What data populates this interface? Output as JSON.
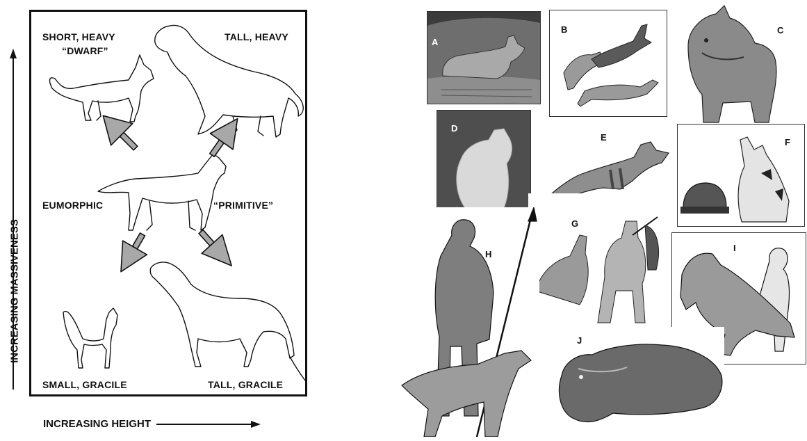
{
  "left_figure": {
    "y_axis_label": "INCREASING MASSIVENESS",
    "x_axis_label": "INCREASING HEIGHT",
    "categories": {
      "short_heavy_line1": "SHORT, HEAVY",
      "short_heavy_line2": "“DWARF”",
      "tall_heavy": "TALL, HEAVY",
      "eumorphic": "EUMORPHIC",
      "primitive": "“PRIMITIVE”",
      "small_gracile": "SMALL, GRACILE",
      "tall_gracile": "TALL, GRACILE"
    }
  },
  "right_figure": {
    "panels": [
      "A",
      "B",
      "C",
      "D",
      "E",
      "F",
      "G",
      "H",
      "I",
      "J"
    ]
  },
  "colors": {
    "ink": "#111111",
    "arrow_fill": "#a8a8a8",
    "panel_dark": "#4a4a4a",
    "panel_mid": "#8c8c8c",
    "panel_light": "#d6d6d6"
  }
}
